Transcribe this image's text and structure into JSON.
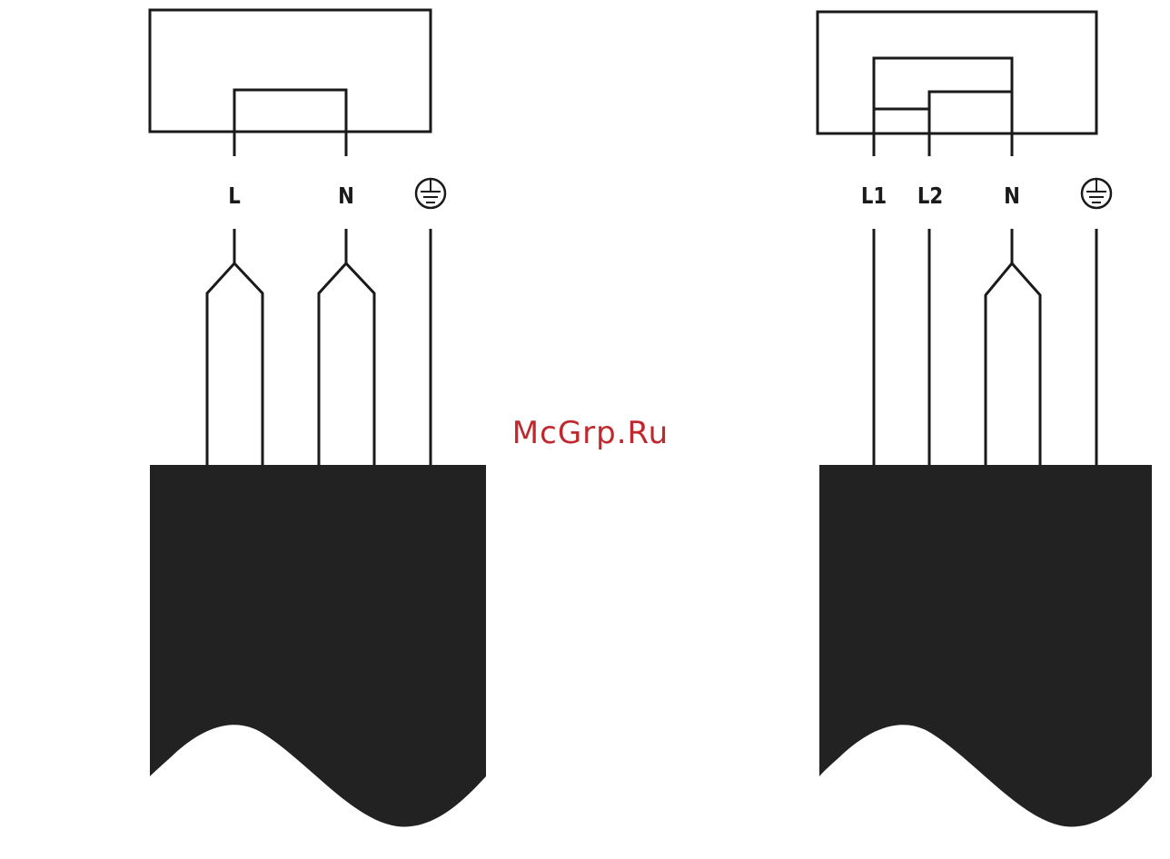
{
  "left_diagram": {
    "terminals": {
      "line": "L",
      "neutral": "N"
    },
    "ground_symbol": "protective-earth-icon"
  },
  "right_diagram": {
    "terminals": {
      "line1": "L1",
      "line2": "L2",
      "neutral": "N"
    },
    "ground_symbol": "protective-earth-icon"
  },
  "watermark": "McGrp.Ru",
  "colors": {
    "line": "#1a1a1a",
    "cable": "#222222",
    "watermark": "#c0282d"
  }
}
